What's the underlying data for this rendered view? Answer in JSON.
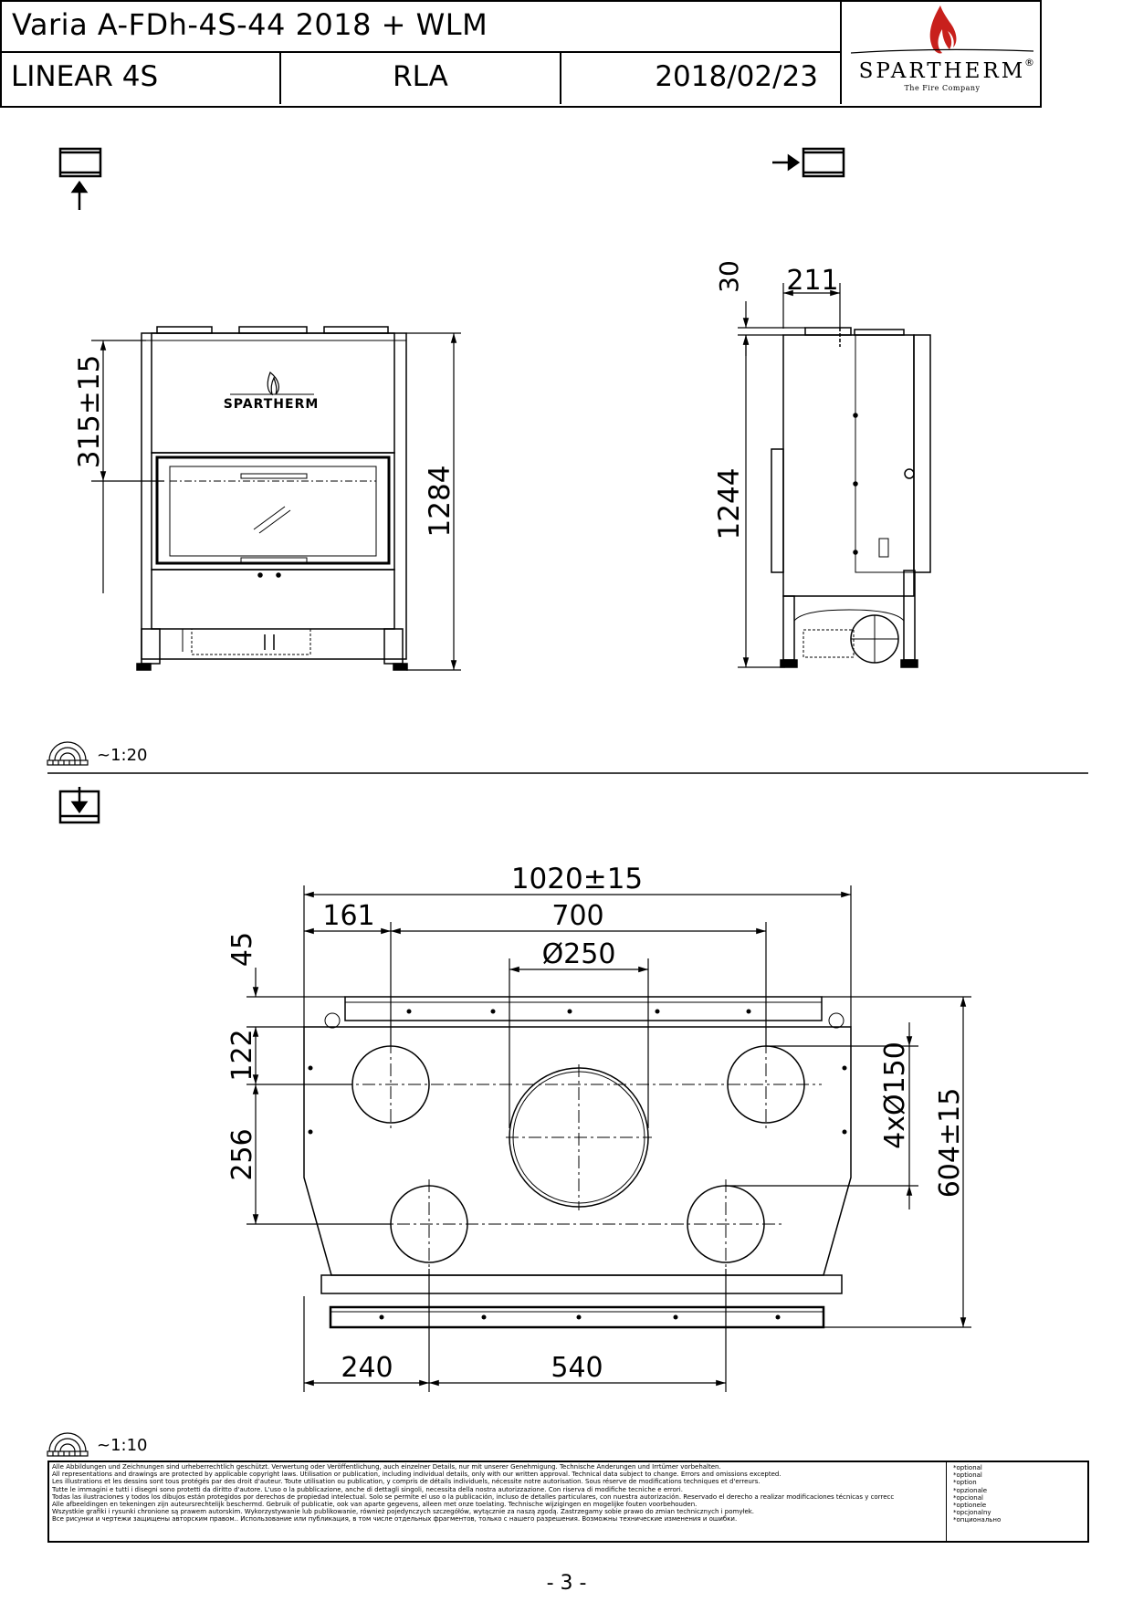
{
  "title_block": {
    "title": "Varia A-FDh-4S-44 2018 + WLM",
    "model": "LINEAR 4S",
    "variant": "RLA",
    "date": "2018/02/23",
    "logo": {
      "word": "SPARTHERM",
      "tagline": "The Fire Company",
      "registered": "®"
    }
  },
  "front_view": {
    "logo_text": "SPARTHERM",
    "dimensions": {
      "top_section": "315±15",
      "height": "1284"
    }
  },
  "side_view": {
    "dimensions": {
      "top_offset": "30",
      "flue_offset": "211",
      "height": "1244"
    }
  },
  "scale_top": "~1:20",
  "top_view": {
    "dimensions": {
      "overall_width": "1020±15",
      "left_offset": "161",
      "outer_spacing": "700",
      "central_outlet": "Ø250",
      "top_offset": "45",
      "first_row": "122",
      "second_row": "256",
      "outlets": "4xØ150",
      "overall_depth": "604±15",
      "bottom_left": "240",
      "bottom_spacing": "540"
    }
  },
  "scale_bottom": "~1:10",
  "disclaimer": {
    "lines": [
      "Alle Abbildungen und Zeichnungen sind urheberrechtlich geschützt. Verwertung oder Veröffentlichung, auch einzelner Details, nur mit unserer Genehmigung. Technische Änderungen und Irrtümer vorbehalten.",
      "All representations and drawings are protected by applicable copyright laws. Utilisation or publication, including individual details, only with our written approval. Technical data subject to change. Errors and omissions excepted.",
      "Les illustrations et les dessins sont tous protégés par des droit d'auteur. Toute utilisation ou publication, y compris de détails individuels, nécessite notre autorisation. Sous réserve de modifications techniques et d'erreurs.",
      "Tutte le immagini e tutti i disegni sono protetti da diritto d'autore. L'uso o la pubblicazione, anche di dettagli singoli, necessita della nostra autorizzazione. Con riserva di modifiche tecniche e errori.",
      "Todas las ilustraciones y todos los dibujos están protegidos por derechos de propiedad intelectual. Solo se permite el uso o la publicación, incluso de detalles particulares, con nuestra autorización. Reservado el derecho a realizar modificaciones técnicas y correcciones de errores.",
      "Alle afbeeldingen en tekeningen zijn auteursrechtelijk beschermd. Gebruik of publicatie, ook van aparte gegevens, alleen met onze toelating. Technische wijzigingen en mogelijke fouten voorbehouden.",
      "Wszystkie grafiki i rysunki chronione są prawem autorskim. Wykorzystywanie lub publikowanie, również pojedynczych szczegółów, wytącznie za naszą zgodą. Zastrzegamy sobie prawo do zmian technicznych i pomyłek.",
      "Все рисунки и чертежи защищены авторским правом.. Использование или публикация, в том числе отдельных фрагментов, только с нашего разрешения. Возможны технические изменения и ошибки."
    ],
    "optional_labels": [
      "*optional",
      "*optional",
      "*option",
      "*opzionale",
      "*opcional",
      "*optionele",
      "*opcjonalny",
      "*опционально"
    ]
  },
  "page_number": "- 3 -"
}
